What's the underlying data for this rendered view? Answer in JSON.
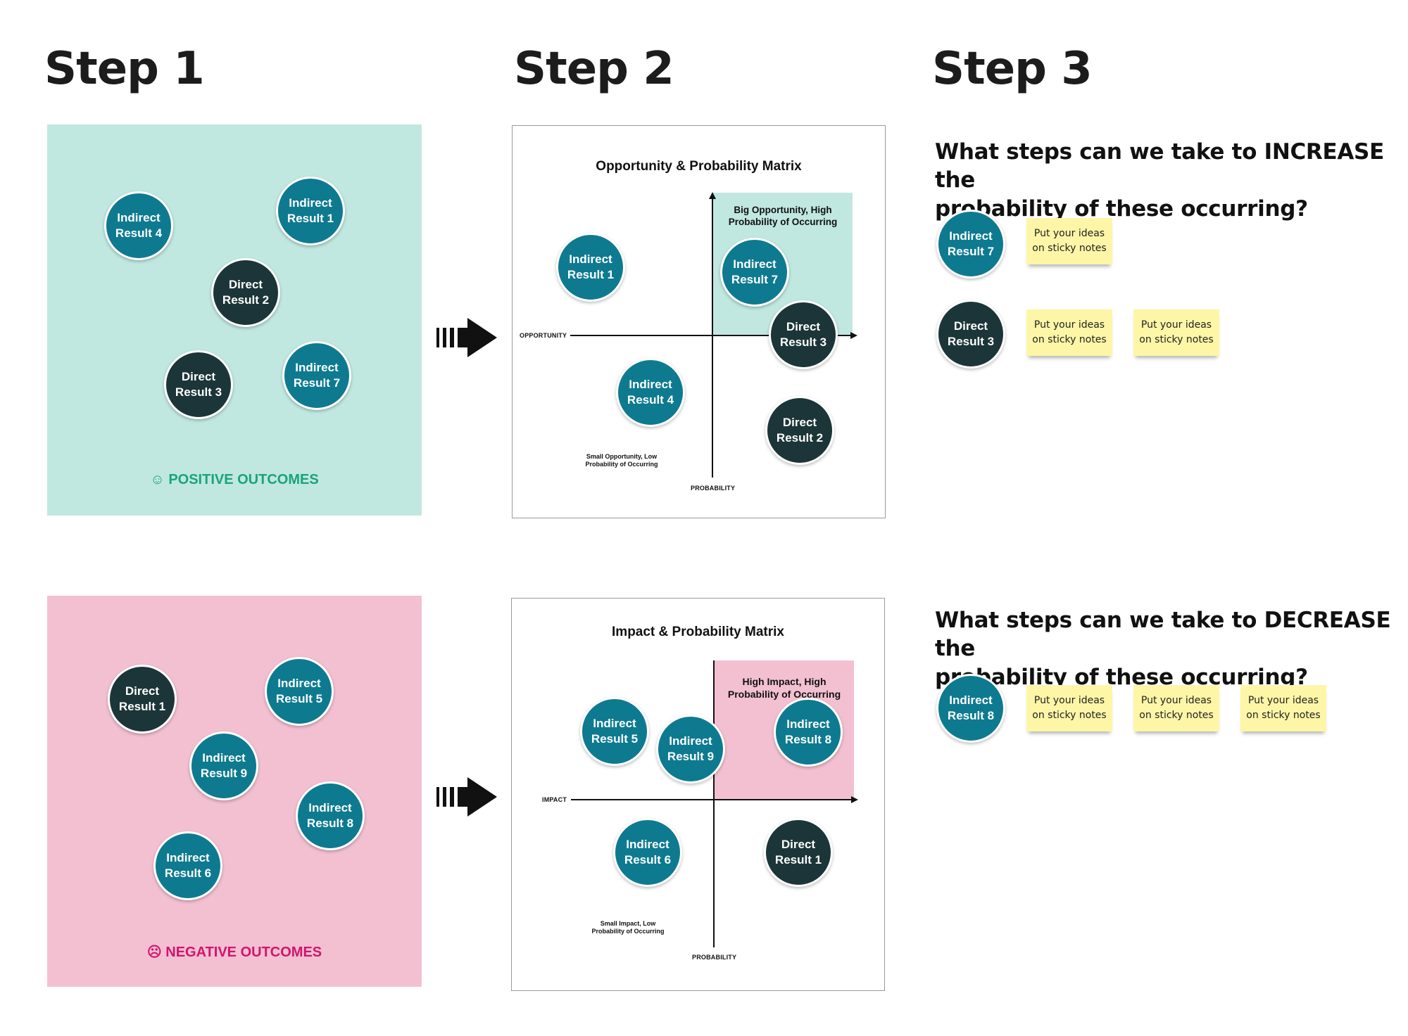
{
  "steps": {
    "step1": "Step 1",
    "step2": "Step 2",
    "step3": "Step 3"
  },
  "colors": {
    "teal": "#0e7a90",
    "dark": "#1c3538",
    "mint_panel": "#c0e8e0",
    "pink_panel": "#f3c0d1",
    "positive": "#1aa479",
    "negative": "#d0156e",
    "sticky": "#fdf6a6"
  },
  "positive_panel": {
    "label": "POSITIVE OUTCOMES",
    "icon": "smile-icon",
    "circles": [
      {
        "l1": "Indirect",
        "l2": "Result 4",
        "kind": "indirect"
      },
      {
        "l1": "Indirect",
        "l2": "Result 1",
        "kind": "indirect"
      },
      {
        "l1": "Direct",
        "l2": "Result 2",
        "kind": "direct"
      },
      {
        "l1": "Direct",
        "l2": "Result 3",
        "kind": "direct"
      },
      {
        "l1": "Indirect",
        "l2": "Result 7",
        "kind": "indirect"
      }
    ]
  },
  "negative_panel": {
    "label": "NEGATIVE OUTCOMES",
    "icon": "frown-icon",
    "circles": [
      {
        "l1": "Direct",
        "l2": "Result 1",
        "kind": "direct"
      },
      {
        "l1": "Indirect",
        "l2": "Result 5",
        "kind": "indirect"
      },
      {
        "l1": "Indirect",
        "l2": "Result 9",
        "kind": "indirect"
      },
      {
        "l1": "Indirect",
        "l2": "Result 8",
        "kind": "indirect"
      },
      {
        "l1": "Indirect",
        "l2": "Result 6",
        "kind": "indirect"
      }
    ]
  },
  "opportunity_matrix": {
    "title": "Opportunity & Probability Matrix",
    "x_axis": "OPPORTUNITY",
    "y_axis": "PROBABILITY",
    "highlight_label_1": "Big Opportunity, High",
    "highlight_label_2": "Probability of Occurring",
    "low_label_1": "Small Opportunity, Low",
    "low_label_2": "Probability of Occurring",
    "circles": [
      {
        "l1": "Indirect",
        "l2": "Result 1",
        "kind": "indirect"
      },
      {
        "l1": "Indirect",
        "l2": "Result 7",
        "kind": "indirect"
      },
      {
        "l1": "Direct",
        "l2": "Result 3",
        "kind": "direct"
      },
      {
        "l1": "Indirect",
        "l2": "Result 4",
        "kind": "indirect"
      },
      {
        "l1": "Direct",
        "l2": "Result 2",
        "kind": "direct"
      }
    ]
  },
  "impact_matrix": {
    "title": "Impact & Probability Matrix",
    "x_axis": "IMPACT",
    "y_axis": "PROBABILITY",
    "highlight_label_1": "High Impact, High",
    "highlight_label_2": "Probability of Occurring",
    "low_label_1": "Small Impact, Low",
    "low_label_2": "Probability of Occurring",
    "circles": [
      {
        "l1": "Indirect",
        "l2": "Result 5",
        "kind": "indirect"
      },
      {
        "l1": "Indirect",
        "l2": "Result 9",
        "kind": "indirect"
      },
      {
        "l1": "Indirect",
        "l2": "Result 8",
        "kind": "indirect"
      },
      {
        "l1": "Indirect",
        "l2": "Result 6",
        "kind": "indirect"
      },
      {
        "l1": "Direct",
        "l2": "Result 1",
        "kind": "direct"
      }
    ]
  },
  "increase": {
    "question_1": "What steps can we take to INCREASE the",
    "question_2": "probability of these occurring?",
    "rows": [
      {
        "circle": {
          "l1": "Indirect",
          "l2": "Result 7",
          "kind": "indirect"
        },
        "notes": [
          {
            "l1": "Put your ideas",
            "l2": "on sticky notes"
          }
        ]
      },
      {
        "circle": {
          "l1": "Direct",
          "l2": "Result 3",
          "kind": "direct"
        },
        "notes": [
          {
            "l1": "Put your ideas",
            "l2": "on sticky notes"
          },
          {
            "l1": "Put your ideas",
            "l2": "on sticky notes"
          }
        ]
      }
    ]
  },
  "decrease": {
    "question_1": "What steps can we take to DECREASE the",
    "question_2": "probability of these occurring?",
    "rows": [
      {
        "circle": {
          "l1": "Indirect",
          "l2": "Result 8",
          "kind": "indirect"
        },
        "notes": [
          {
            "l1": "Put your ideas",
            "l2": "on sticky notes"
          },
          {
            "l1": "Put your ideas",
            "l2": "on sticky notes"
          },
          {
            "l1": "Put your ideas",
            "l2": "on sticky notes"
          }
        ]
      }
    ]
  }
}
